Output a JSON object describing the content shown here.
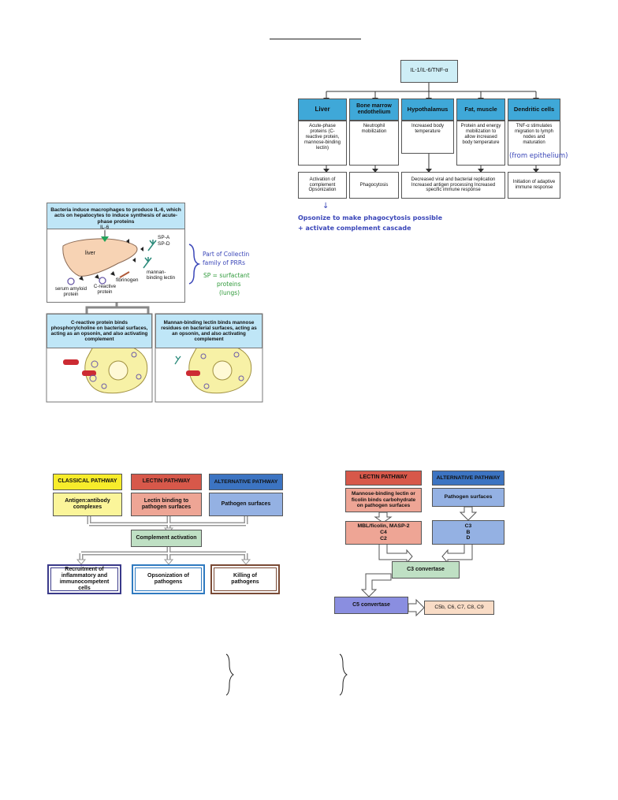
{
  "cytokine_flow": {
    "root": "IL-1/IL-6/TNF-α",
    "columns": [
      {
        "head": "Liver",
        "effect": "Acute-phase proteins (C-reactive protein, mannose-binding lectin)",
        "outcome": "Activation of complement Opsonization"
      },
      {
        "head": "Bone marrow endothelium",
        "effect": "Neutrophil mobilization",
        "outcome": "Phagocytosis"
      },
      {
        "head": "Hypothalamus",
        "effect": "Increased body temperature",
        "outcome": ""
      },
      {
        "head": "Fat, muscle",
        "effect": "Protein and energy mobilization to allow increased body temperature",
        "outcome": ""
      },
      {
        "head": "Dendritic cells",
        "effect": "TNF-α stimulates migration to lymph nodes and maturation",
        "outcome": "Initiation of adaptive immune response"
      }
    ],
    "merged_outcome": "Decreased viral and bacterial replication Increased antigen processing Increased specific immune response",
    "note_epithelium": "(from epithelium)",
    "note_arrow": "↓",
    "note_opsonize_1": "Opsonize to make phagocytosis possible",
    "note_opsonize_2": "+ activate complement cascade"
  },
  "acute_phase": {
    "header": "Bacteria induce macrophages to produce IL-6, which acts on hepatocytes to induce synthesis of acute-phase proteins",
    "labels": {
      "il6": "IL-6",
      "liver": "liver",
      "spa": "SP-A",
      "spd": "SP-D",
      "fibrinogen": "fibrinogen",
      "mbl": "mannan-binding lectin",
      "serum": "serum amyloid protein",
      "crp": "C-reactive protein"
    },
    "note_collectin_1": "Part of Collectin",
    "note_collectin_2": "family of PRRs",
    "note_sp_1": "SP = surfactant",
    "note_sp_2": "proteins",
    "note_sp_3": "(lungs)",
    "left_panel": "C-reactive protein binds phosphorylcholine on bacterial surfaces, acting as an opsonin, and also activating complement",
    "right_panel": "Mannan-binding lectin binds mannose residues on bacterial surfaces, acting as an opsonin, and also activating complement"
  },
  "complement_overview": {
    "pathways": [
      {
        "name": "CLASSICAL PATHWAY",
        "trigger": "Antigen:antibody complexes",
        "color": "#f7ec2b",
        "fill": "#fbf59a"
      },
      {
        "name": "LECTIN PATHWAY",
        "trigger": "Lectin binding to pathogen surfaces",
        "color": "#d7584a",
        "fill": "#eea595"
      },
      {
        "name": "ALTERNATIVE PATHWAY",
        "trigger": "Pathogen surfaces",
        "color": "#3c74c2",
        "fill": "#94b1e3"
      }
    ],
    "activation": "Complement activation",
    "outcomes": [
      {
        "label": "Recruitment of inflammatory and immunocompetent cells",
        "color": "#3a3a8a"
      },
      {
        "label": "Opsonization of pathogens",
        "color": "#2f7ac0"
      },
      {
        "label": "Killing of pathogens",
        "color": "#7a4a35"
      }
    ]
  },
  "lectin_alt": {
    "lectin_head": "LECTIN PATHWAY",
    "alt_head": "ALTERNATIVE PATHWAY",
    "lectin_trigger": "Mannose-binding lectin or ficolin binds carbohydrate on pathogen surfaces",
    "alt_trigger": "Pathogen surfaces",
    "lectin_components": [
      "MBL/ficolin, MASP-2",
      "C4",
      "C2"
    ],
    "alt_components": [
      "C3",
      "B",
      "D"
    ],
    "c3_convertase": "C3 convertase",
    "c5_convertase": "C5 convertase",
    "terminal": "C5b, C6, C7, C8, C9"
  }
}
